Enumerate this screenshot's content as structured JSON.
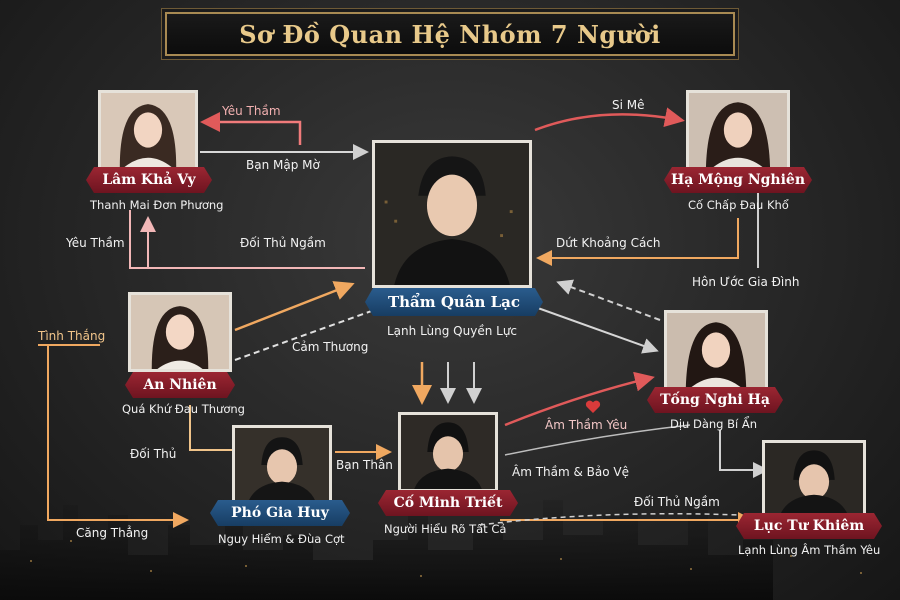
{
  "title": "Sơ Đồ Quan Hệ Nhóm 7 Người",
  "nodes": {
    "lam": {
      "name": "Lâm Khả Vy",
      "desc": "Thanh Mai Đơn Phương"
    },
    "ha": {
      "name": "Hạ Mộng Nghiên",
      "desc": "Cố Chấp Đau Khổ"
    },
    "tham": {
      "name": "Thẩm Quân Lạc",
      "desc": "Lạnh Lùng Quyền Lực"
    },
    "an": {
      "name": "An Nhiên",
      "desc": "Quá Khứ Đau Thương"
    },
    "tong": {
      "name": "Tống Nghi Hạ",
      "desc": "Dịu Dàng Bí Ẩn"
    },
    "pho": {
      "name": "Phó Gia Huy",
      "desc": "Nguy Hiểm & Đùa Cợt"
    },
    "co": {
      "name": "Cố Minh Triết",
      "desc": "Người Hiểu Rõ Tất Cả"
    },
    "luc": {
      "name": "Lục Tư Khiêm",
      "desc": "Lạnh Lùng Âm Thầm Yêu"
    }
  },
  "relations": {
    "yeu_tham_1": "Yêu Thầm",
    "ban_map_mo": "Bạn Mập Mờ",
    "yeu_tham_2": "Yêu Thầm",
    "doi_thu_ngam_1": "Đối Thủ Ngầm",
    "si_me": "Si Mê",
    "du_khoang_cach": "Dứt Khoảng Cách",
    "hon_uoc": "Hôn Ước Gia Đình",
    "tinh_thang": "Tình Thắng",
    "cam_thuong": "Cảm Thương",
    "doi_thu": "Đối Thủ",
    "ban_than": "Bạn Thân",
    "cang_thang": "Căng Thẳng",
    "am_tham_yeu": "Âm Thầm Yêu",
    "am_tham_bao_ve": "Âm Thầm & Bảo Vệ",
    "doi_thu_ngam_2": "Đối Thủ Ngầm"
  },
  "icons": {
    "heart": "heart-icon"
  },
  "colors": {
    "red_arrow": "#e05a5a",
    "orange_arrow": "#f0a860",
    "grey_arrow": "#c8c8c8",
    "title_gold": "#e8c98a"
  }
}
